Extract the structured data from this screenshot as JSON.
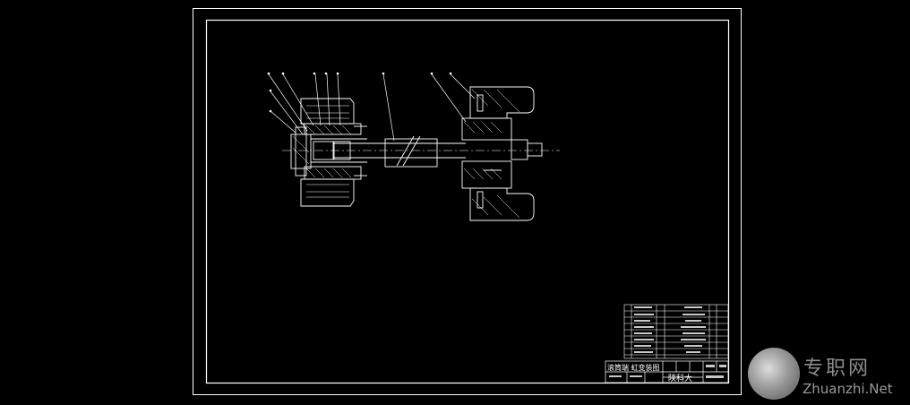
{
  "drawing": {
    "title_label": "滚筒端 虹变装图",
    "company_label": "陕科大"
  },
  "watermark": {
    "cn_text": "专职网",
    "en_text": "Zhuanzhi.Net",
    "logo": "soccer-ball-logo"
  },
  "colors": {
    "background": "#000000",
    "lines": "#ffffff",
    "watermark": "#8c8c8c"
  }
}
